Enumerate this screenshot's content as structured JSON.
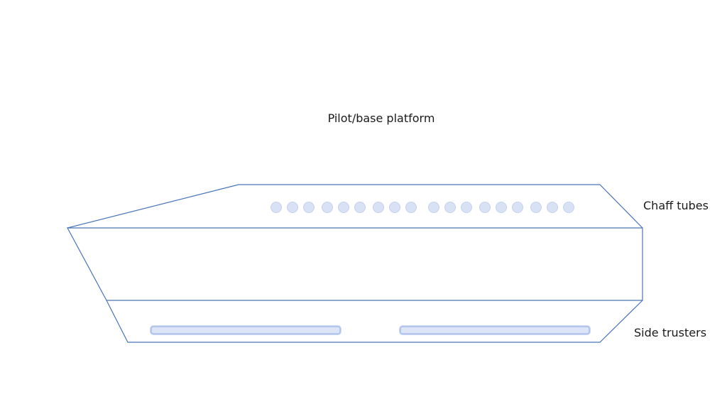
{
  "labels": {
    "platform": "Pilot/base platform",
    "chaff": "Chaff tubes",
    "thrusters": "Side trusters"
  },
  "diagram": {
    "chaff_tube_count": 18,
    "thruster_count": 2,
    "colors": {
      "outline": "#4a74b8",
      "tube_fill": "#d9e2f5",
      "thruster_fill": "#dbe5f7",
      "thruster_stroke": "#9fb8e6"
    }
  }
}
